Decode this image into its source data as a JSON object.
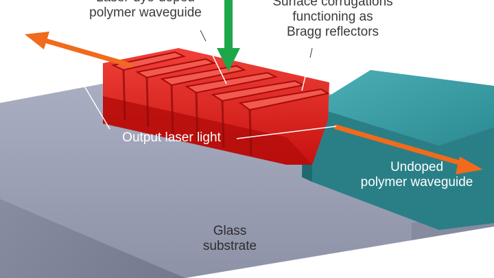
{
  "labels": {
    "dyed_waveguide_line1": "Laser-dye-doped",
    "dyed_waveguide_line2": "polymer waveguide",
    "corrugations_line1": "Surface corrugations",
    "corrugations_line2": "functioning as",
    "corrugations_line3": "Bragg reflectors",
    "output_light": "Output laser light",
    "undoped_line1": "Undoped",
    "undoped_line2": "polymer waveguide",
    "substrate_line1": "Glass",
    "substrate_line2": "substrate"
  },
  "colors": {
    "background": "#ffffff",
    "substrate_top": "#9a9fb4",
    "substrate_front": "#6f7488",
    "dyed_waveguide": "#e3201b",
    "undoped_waveguide": "#2f8f97",
    "pump_arrow": "#1ea74a",
    "output_arrow": "#f26a1b"
  }
}
